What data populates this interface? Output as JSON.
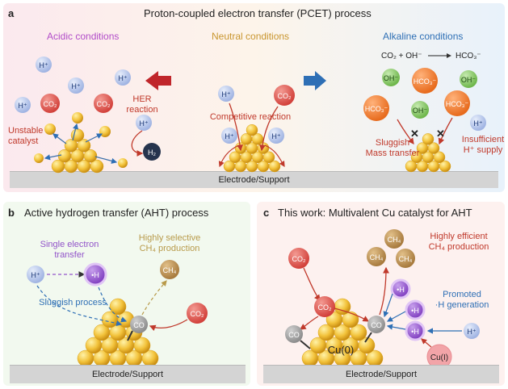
{
  "panel_a": {
    "label": "a",
    "title": "Proton-coupled electron transfer (PCET) process",
    "acidic": {
      "title": "Acidic conditions",
      "her": "HER\nreaction",
      "unstable": "Unstable\ncatalyst",
      "h2": "H₂"
    },
    "neutral": {
      "title": "Neutral conditions",
      "competitive": "Competitive reaction"
    },
    "alkaline": {
      "title": "Alkaline conditions",
      "equation_left": "CO₂ + OH⁻",
      "equation_right": "HCO₃⁻",
      "sluggish": "Sluggish\nMass transfer",
      "insufficient": "Insufficient\nH⁺ supply"
    },
    "support": "Electrode/Support"
  },
  "panel_b": {
    "label": "b",
    "title": "Active hydrogen transfer (AHT) process",
    "single_electron": "Single electron\ntransfer",
    "sluggish": "Sluggish process",
    "selective": "Highly selective\nCH₄ production",
    "support": "Electrode/Support"
  },
  "panel_c": {
    "label": "c",
    "title": "This work: Multivalent Cu catalyst for AHT",
    "efficient": "Highly efficient\nCH₄ production",
    "promoted": "Promoted\n·H generation",
    "cu0": "Cu(0)",
    "cu1": "Cu(I)",
    "support": "Electrode/Support"
  },
  "species": {
    "h_plus": "H⁺",
    "co2": "CO₂",
    "co": "CO",
    "oh": "OH⁻",
    "hco3": "HCO₃⁻",
    "h_dot": "•H",
    "ch4": "CH₄"
  },
  "colors": {
    "accent_red": "#c0392b",
    "accent_blue": "#2e6fb5",
    "gold": "#f2c23a",
    "h_plus": "#b8c8ea",
    "co2": "#e4574f",
    "oh": "#7cc35a",
    "hco3": "#f07a2c",
    "h_dot": "#9254c9",
    "ch4": "#b9894a",
    "co": "#9a9a9a"
  }
}
